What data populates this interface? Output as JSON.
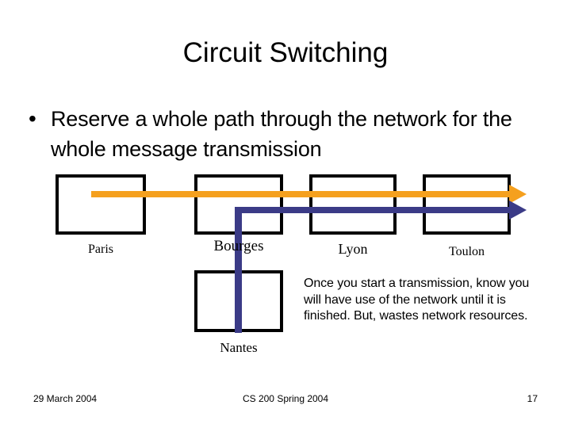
{
  "slide": {
    "title": "Circuit Switching",
    "bullet": {
      "marker": "•",
      "text": "Reserve a whole path through the network for the whole message transmission"
    },
    "note": "Once you start a transmission, know you will have use of the network until it is finished.  But, wastes network resources.",
    "nodes": [
      {
        "label": "Paris"
      },
      {
        "label": "Bourges"
      },
      {
        "label": "Lyon"
      },
      {
        "label": "Toulon"
      },
      {
        "label": "Nantes"
      }
    ],
    "paths": [
      {
        "name": "orange-route",
        "color": "#F5A01E"
      },
      {
        "name": "blue-route",
        "color": "#3B3B87"
      }
    ],
    "footer": {
      "date": "29 March 2004",
      "course": "CS 200 Spring 2004",
      "page": "17"
    }
  }
}
